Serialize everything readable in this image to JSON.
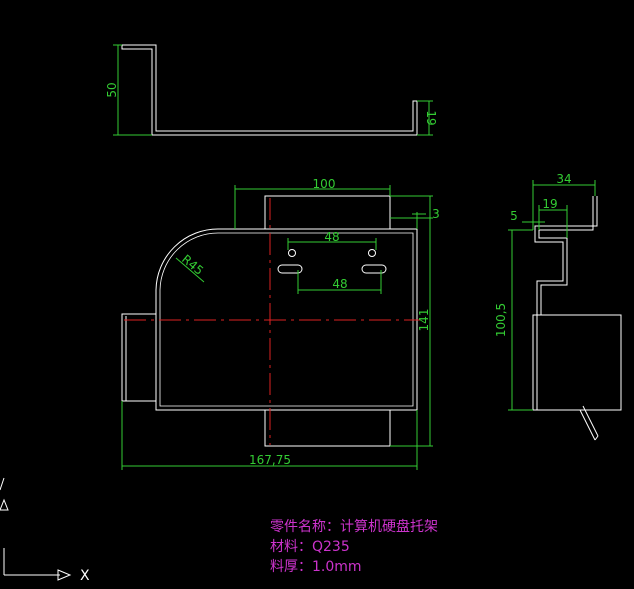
{
  "colors": {
    "background": "#000000",
    "outline": "#ffffff",
    "dimension": "#33cc33",
    "centerline": "#dd2222",
    "notes": "#cc33cc"
  },
  "dimensions": {
    "side_height": "50",
    "lip_height": "19",
    "width_100": "100",
    "offset_3": "3",
    "hole_spacing_top": "48",
    "hole_spacing_bottom": "48",
    "radius": "R45",
    "height_141": "141",
    "overall_width": "167,75",
    "right_width_34": "34",
    "right_offset_19": "19",
    "right_offset_5": "5",
    "right_height": "100,5"
  },
  "notes": {
    "part_name": "零件名称：计算机硬盘托架",
    "material": "材料：Q235",
    "thickness": "料厚：1.0mm"
  },
  "ucs": {
    "x_axis_label": "X"
  }
}
